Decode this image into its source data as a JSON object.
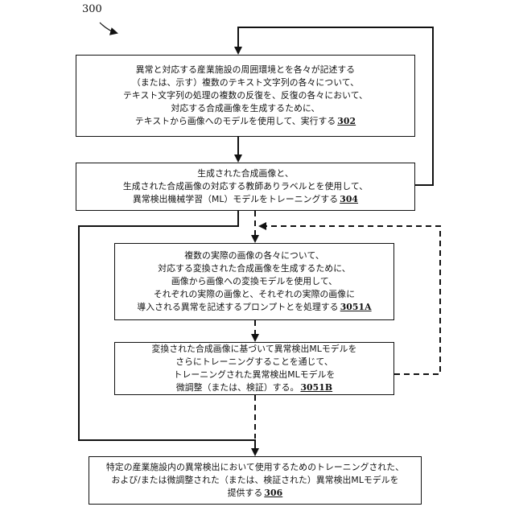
{
  "figure_label": "300",
  "steps": {
    "s302": {
      "lines": [
        "異常と対応する産業施設の周囲環境とを各々が記述する",
        "（または、示す）複数のテキスト文字列の各々について、",
        "テキスト文字列の処理の複数の反復を、反復の各々において、",
        "対応する合成画像を生成するために、",
        "テキストから画像へのモデルを使用して、実行する"
      ],
      "ref": "302"
    },
    "s304": {
      "lines": [
        "生成された合成画像と、",
        "生成された合成画像の対応する教師ありラベルとを使用して、",
        "異常検出機械学習（ML）モデルをトレーニングする"
      ],
      "ref": "304"
    },
    "s3051A": {
      "lines": [
        "複数の実際の画像の各々について、",
        "対応する変換された合成画像を生成するために、",
        "画像から画像への変換モデルを使用して、",
        "それぞれの実際の画像と、それぞれの実際の画像に",
        "導入される異常を記述するプロンプトとを処理する"
      ],
      "ref": "3051A"
    },
    "s3051B": {
      "lines": [
        "変換された合成画像に基づいて異常検出MLモデルを",
        "さらにトレーニングすることを通じて、",
        "トレーニングされた異常検出MLモデルを",
        "微調整（または、検証）する。"
      ],
      "ref": "3051B"
    },
    "s306": {
      "lines": [
        "特定の産業施設内の異常検出において使用するためのトレーニングされた、",
        "および/または微調整された（または、検証された）異常検出MLモデルを",
        "提供する"
      ],
      "ref": "306"
    }
  }
}
